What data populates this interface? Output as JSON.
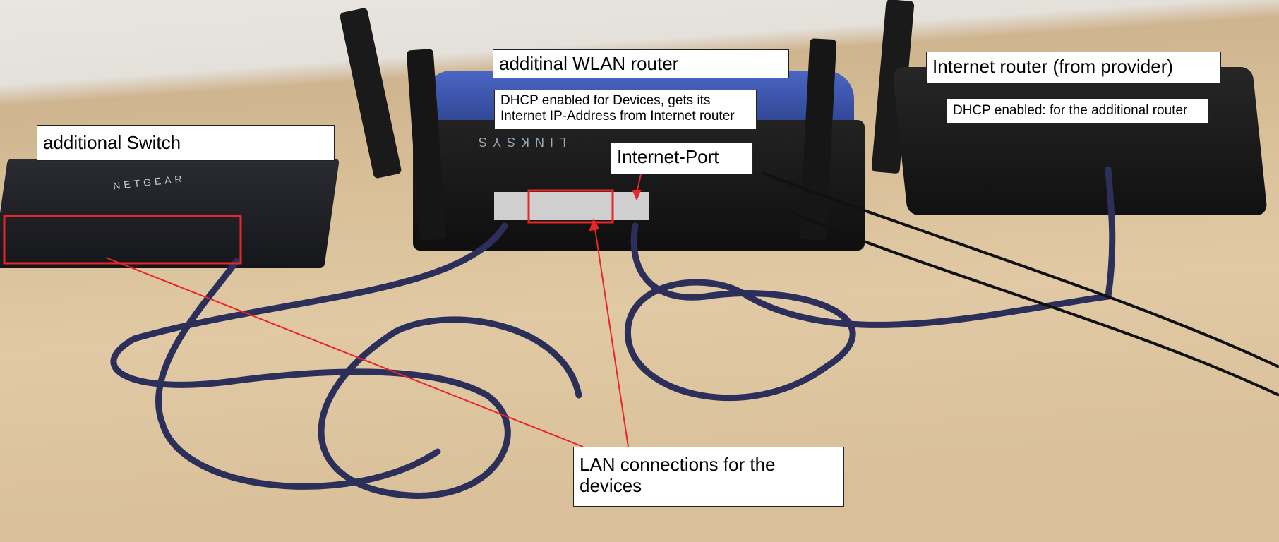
{
  "labels": {
    "switch": "additional Switch",
    "wlan_router": "additinal WLAN router",
    "wlan_router_dhcp": "DHCP enabled for Devices, gets its Internet IP-Address from Internet router",
    "internet_port": "Internet-Port",
    "internet_router": "Internet router (from provider)",
    "internet_router_dhcp": "DHCP enabled: for the additional router",
    "lan_connections": "LAN connections for the devices"
  },
  "device_text": {
    "switch_brand": "NETGEAR",
    "router_brand": "LINKSYS"
  },
  "colors": {
    "annotation": "#e8262a",
    "cable": "#2c2f5a",
    "device": "#1c1b1c",
    "router_top": "#3b56b0"
  }
}
